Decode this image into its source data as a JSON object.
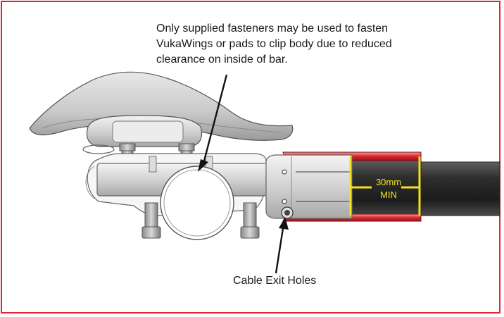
{
  "annotations": {
    "fastener_note": {
      "lines": [
        "Only supplied fasteners may be used to fasten",
        "VukaWings or pads to clip body due to reduced",
        "clearance on inside of bar."
      ]
    },
    "cable_exit": "Cable Exit Holes",
    "dimension": {
      "value": "30mm",
      "qualifier": "MIN"
    }
  },
  "colors": {
    "frame": "#e2222c",
    "dimension": "#f2e21e",
    "red_sleeve": "#d8262e",
    "bar_dark": "#2a2a2a"
  }
}
